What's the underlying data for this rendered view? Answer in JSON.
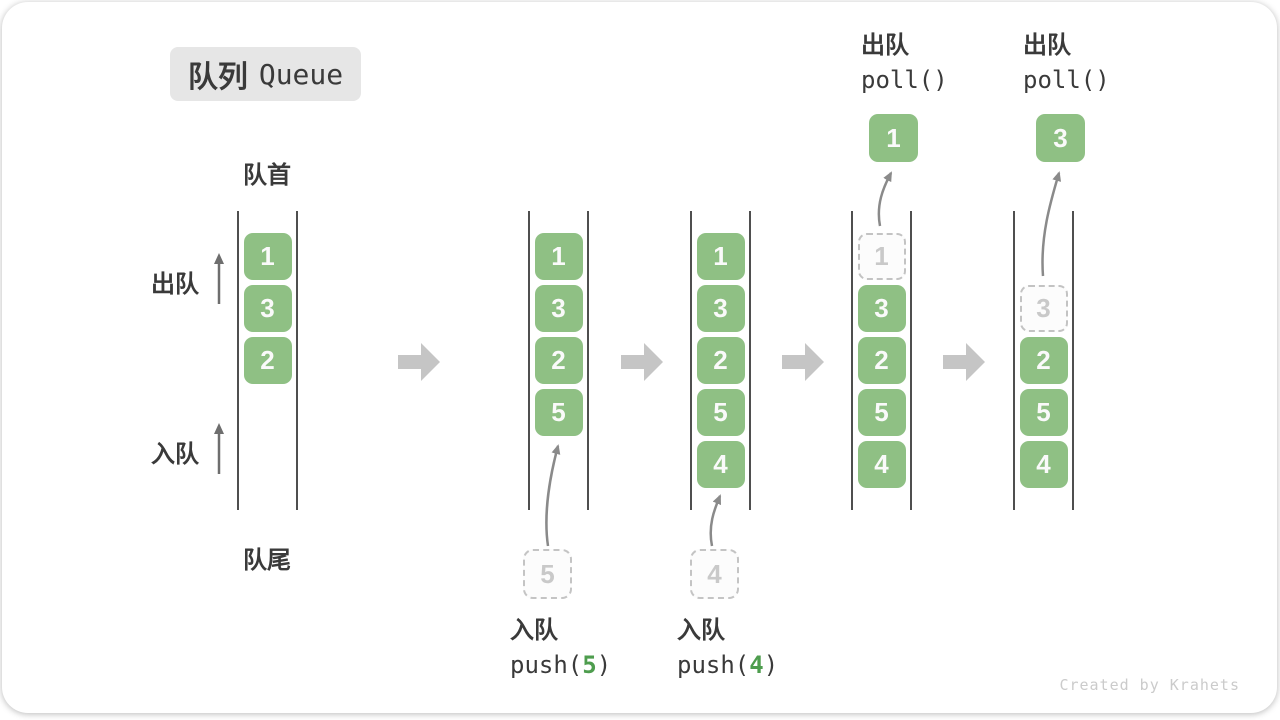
{
  "title": {
    "zh": "队列",
    "en": "Queue"
  },
  "side_labels": {
    "front": "队首",
    "rear": "队尾",
    "dequeue": "出队",
    "enqueue": "入队"
  },
  "queues": {
    "q1": {
      "s0": "1",
      "s1": "3",
      "s2": "2"
    },
    "q2": {
      "s0": "1",
      "s1": "3",
      "s2": "2",
      "s3": "5"
    },
    "q3": {
      "s0": "1",
      "s1": "3",
      "s2": "2",
      "s3": "5",
      "s4": "4"
    },
    "q4": {
      "s0": "1",
      "s1": "3",
      "s2": "2",
      "s3": "5",
      "s4": "4"
    },
    "q5": {
      "s1": "3",
      "s2": "2",
      "s3": "5",
      "s4": "4"
    }
  },
  "operations": {
    "push5": {
      "action": "入队",
      "fn": "push(",
      "arg": "5",
      "close": ")",
      "ghost": "5"
    },
    "push4": {
      "action": "入队",
      "fn": "push(",
      "arg": "4",
      "close": ")",
      "ghost": "4"
    },
    "poll1": {
      "action": "出队",
      "code": "poll()",
      "value": "1"
    },
    "poll3": {
      "action": "出队",
      "code": "poll()",
      "value": "3"
    }
  },
  "watermark": "Created by Krahets",
  "colors": {
    "box_green": "#8fc084",
    "code_green": "#4e9d4e",
    "block_arrow_gray": "#c5c5c5",
    "wall_gray": "#4f4f4f",
    "badge_bg": "#e6e6e6",
    "text_dark": "#3a3a3a",
    "ghost_gray": "#c9c9c9",
    "curve_arrow_gray": "#8a8a8a"
  }
}
